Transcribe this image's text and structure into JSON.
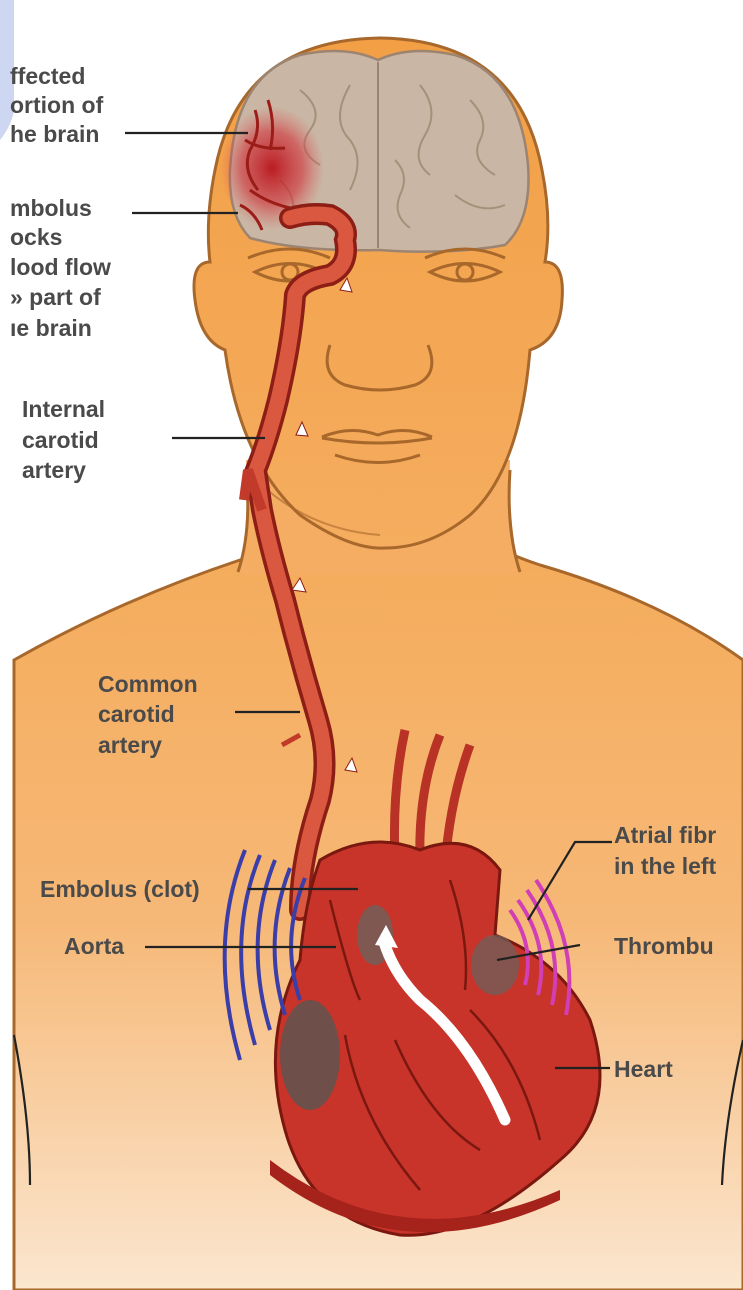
{
  "diagram": {
    "labels": {
      "affected_portion": [
        "ffected",
        "ortion of",
        "he brain"
      ],
      "embolus_blocks": [
        "mbolus",
        "ocks",
        "lood flow",
        "» part of",
        "ıe brain"
      ],
      "internal_carotid": [
        "Internal",
        "carotid",
        "artery"
      ],
      "common_carotid": [
        "Common",
        "carotid",
        "artery"
      ],
      "atrial_fib": [
        "Atrial fibr",
        "in the left"
      ],
      "embolus_clot": "Embolus (clot)",
      "aorta": "Aorta",
      "thrombus": "Thrombu",
      "heart": "Heart"
    },
    "colors": {
      "skin": "#f4a955",
      "skin_light": "#f8d3a4",
      "skin_outline": "#a8682b",
      "brain": "#c9b6a4",
      "brain_outline": "#9c8470",
      "artery": "#c23a2a",
      "artery_dark": "#8c1e15",
      "heart": "#c8332a",
      "heart_dark": "#5f5550",
      "flow_arrow": "#ffffff",
      "atrial_waves": "#d03fb5",
      "aorta_waves": "#3b3ea8",
      "corner_tab": "#cdd7f2"
    }
  }
}
